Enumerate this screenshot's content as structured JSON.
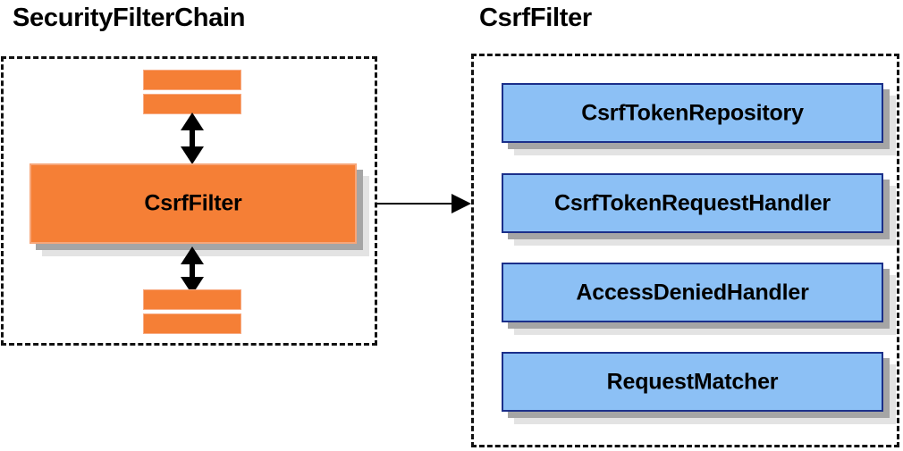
{
  "diagram": {
    "type": "component-relationship-diagram",
    "background_color": "#ffffff",
    "panels": [
      {
        "id": "security-filter-chain",
        "title": "SecurityFilterChain",
        "border_style": "dashed",
        "border_color": "#111111",
        "items": [
          {
            "kind": "bar",
            "label": ""
          },
          {
            "kind": "bar",
            "label": ""
          },
          {
            "kind": "card",
            "label": "CsrfFilter",
            "color": "#f57f36"
          },
          {
            "kind": "bar",
            "label": ""
          },
          {
            "kind": "bar",
            "label": ""
          }
        ]
      },
      {
        "id": "csrf-filter",
        "title": "CsrfFilter",
        "border_style": "dashed",
        "border_color": "#111111",
        "items": [
          {
            "kind": "card",
            "label": "CsrfTokenRepository",
            "color": "#8cc0f5"
          },
          {
            "kind": "card",
            "label": "CsrfTokenRequestHandler",
            "color": "#8cc0f5"
          },
          {
            "kind": "card",
            "label": "AccessDeniedHandler",
            "color": "#8cc0f5"
          },
          {
            "kind": "card",
            "label": "RequestMatcher",
            "color": "#8cc0f5"
          }
        ]
      }
    ],
    "connectors": [
      {
        "id": "csrffilter-to-upper-filters",
        "style": "double-headed-vertical",
        "color": "#000000"
      },
      {
        "id": "csrffilter-to-lower-filters",
        "style": "double-headed-vertical",
        "color": "#000000"
      },
      {
        "id": "csrffilter-to-detail-panel",
        "style": "single-headed-horizontal",
        "color": "#000000"
      }
    ],
    "colors": {
      "orange_fill": "#f57f36",
      "orange_border": "#f7a679",
      "blue_fill": "#8cc0f5",
      "blue_border": "#1b2f8a",
      "shadow_near": "#a5a5a5",
      "shadow_far": "#e3e3e3",
      "text": "#000000"
    }
  }
}
